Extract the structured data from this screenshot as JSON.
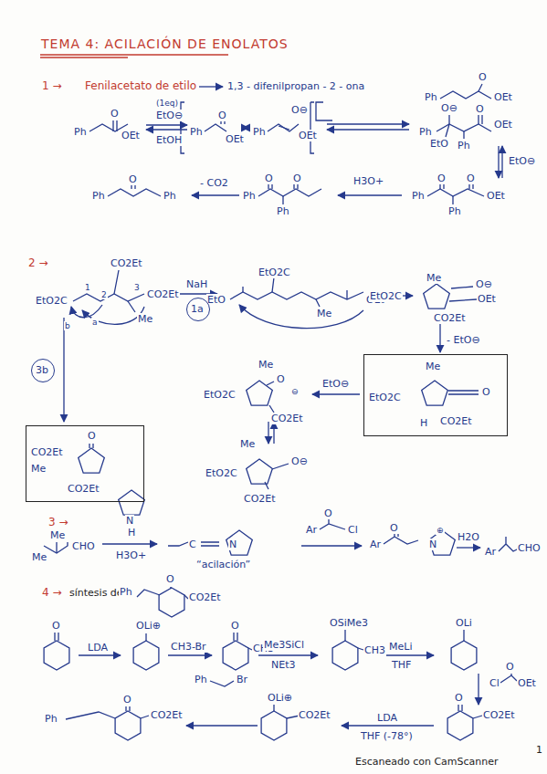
{
  "diagram": {
    "title": "TEMA 4: ACILACIÓN DE ENOLATOS",
    "nodes": [
      {
        "text": [
          "1a"
        ]
      },
      {
        "text": [
          "Me",
          "EtO2C",
          "O",
          "H",
          "CO2Et"
        ]
      },
      {
        "text": [
          "3b"
        ]
      },
      {
        "text": [
          "O",
          "CO2Et",
          "Me",
          "CO2Et"
        ]
      }
    ],
    "labels": [
      "1 →",
      "Fenilacetato de etilo",
      "1,3 - difenilpropan - 2 - ona",
      "(1eq)",
      "EtO⊖",
      "EtOH",
      "Ph",
      "O",
      "OEt",
      "Ph",
      "O",
      "OEt",
      "Ph",
      "O⊖",
      "OEt",
      "Ph",
      "O",
      "OEt",
      "Ph",
      "O⊖",
      "EtO",
      "Ph",
      "O",
      "OEt",
      "EtO⊖",
      "Ph",
      "O",
      "Ph",
      "- CO2",
      "Ph",
      "O",
      "Ph",
      "O",
      "H3O+",
      "Ph",
      "O",
      "O",
      "Ph",
      "OEt",
      "2 →",
      "CO2Et",
      "EtO2C",
      "CO2Et",
      "Me",
      "1",
      "2",
      "3",
      "a",
      "b",
      "NaH",
      "EtO",
      "EtO2C",
      "Me",
      "OEt",
      "Me",
      "EtO2C",
      "O⊖",
      "OEt",
      "CO2Et",
      "- EtO⊖",
      "EtO⊖",
      "Me",
      "EtO2C",
      "O",
      "⊖",
      "CO2Et",
      "Me",
      "EtO2C",
      "O⊖",
      "CO2Et",
      "3 →",
      "Me",
      "Me",
      "CHO",
      "N",
      "H",
      "H3O+",
      "C",
      "N",
      "“acilación”",
      "Ar",
      "O",
      "Cl",
      "Ar",
      "O",
      "N",
      "⊕",
      "H2O",
      "Ar",
      "CHO",
      "4 →",
      "síntesis de",
      "Ph",
      "O",
      "CO2Et",
      "O",
      "LDA",
      "OLi⊕",
      "CH3-Br",
      "O",
      "CH3",
      "Me3SiCl",
      "NEt3",
      "OSiMe3",
      "CH3",
      "MeLi",
      "THF",
      "OLi",
      "Cl",
      "O",
      "OEt",
      "LDA",
      "THF (-78°)",
      "O",
      "CO2Et",
      "OLi⊕",
      "CO2Et",
      "Ph",
      "Br",
      "Ph",
      "O",
      "CO2Et",
      "Escaneado con CamScanner",
      "1"
    ]
  }
}
